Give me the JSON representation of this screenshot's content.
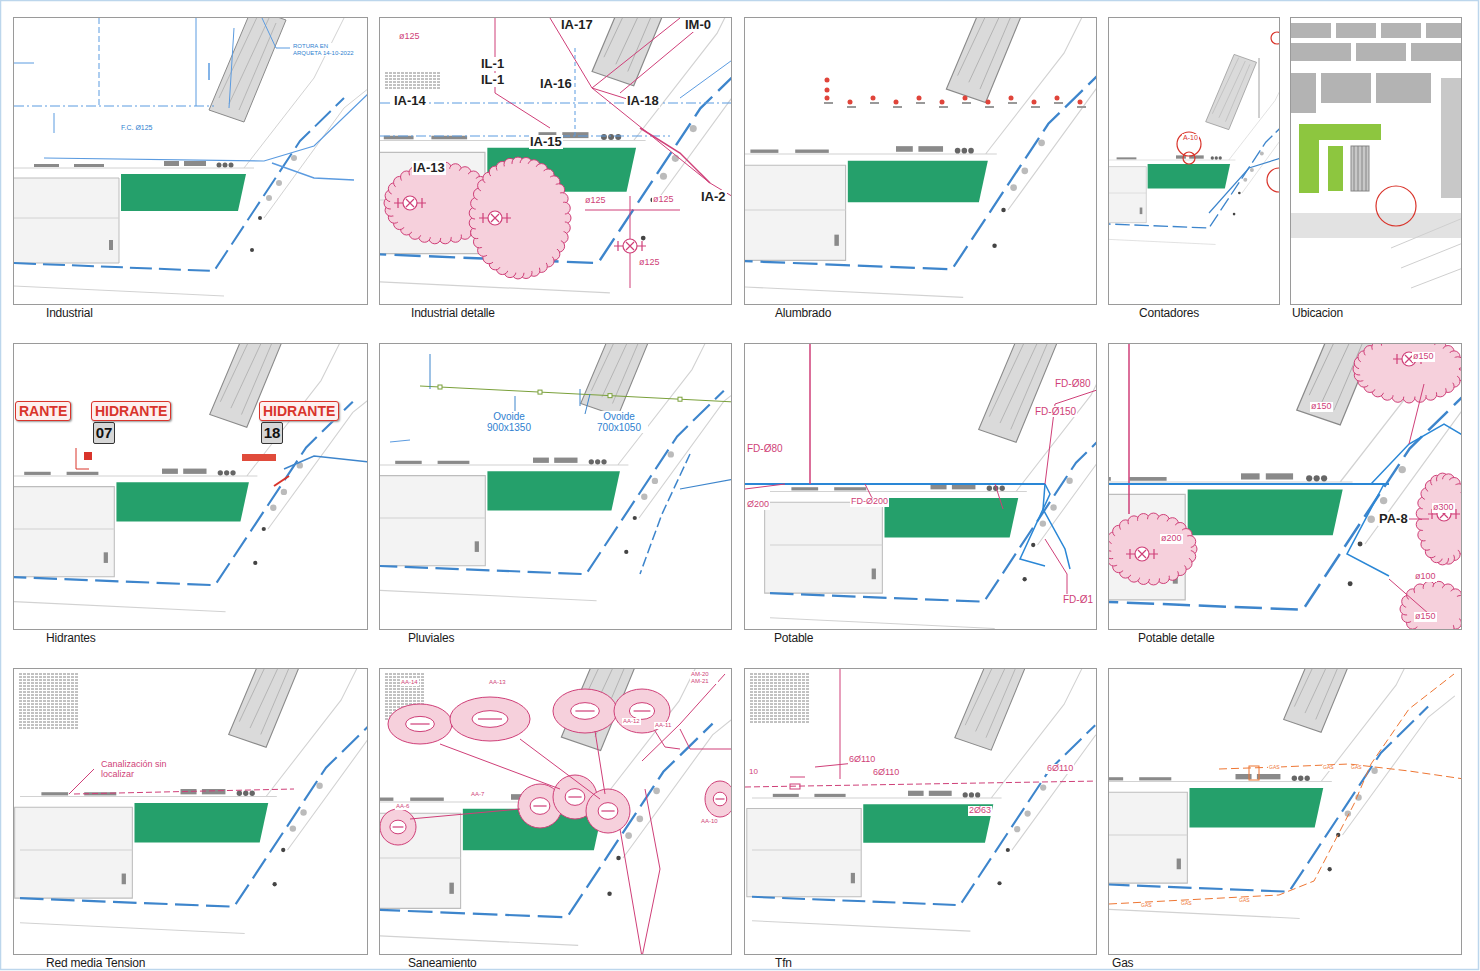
{
  "diagram": {
    "nodes": [
      {
        "text": [
          "Industrial"
        ]
      },
      {
        "text": [
          "Industrial detalle"
        ]
      },
      {
        "text": [
          "Alumbrado"
        ]
      },
      {
        "text": [
          "Contadores"
        ]
      },
      {
        "text": [
          "Ubicacion"
        ]
      },
      {
        "text": [
          "Hidrantes"
        ]
      },
      {
        "text": [
          "Pluviales"
        ]
      },
      {
        "text": [
          "Potable"
        ]
      },
      {
        "text": [
          "Potable detalle"
        ]
      },
      {
        "text": [
          "Red media Tension"
        ]
      },
      {
        "text": [
          "Saneamiento"
        ]
      },
      {
        "text": [
          "Tfn"
        ]
      },
      {
        "text": [
          "Gas"
        ]
      },
      {
        "text": [
          "RANTE"
        ],
        "in": 5
      },
      {
        "text": [
          "HIDRANTE",
          "07"
        ],
        "in": 5
      },
      {
        "text": [
          "HIDRANTE",
          "18"
        ],
        "in": 5
      }
    ],
    "labels": [
      "ROTURA EN ARQUETA 14-10-2022",
      "F.C. Ø125",
      "IA-17",
      "IM-0",
      "IL-1",
      "IL-1",
      "IA-16",
      "IA-14",
      "IA-18",
      "IA-15",
      "IA-13",
      "IA-2",
      "ø125",
      "ø125",
      "ø125",
      "ø125",
      "A-10",
      "Ovoide 900x1350",
      "Ovoide 700x1050",
      "FD-Ø80",
      "FD-Ø150",
      "FD-Ø80",
      "Ø200",
      "FD-Ø200",
      "FD-Ø1",
      "ø150",
      "ø150",
      "PA-8",
      "ø200",
      "ø300",
      "ø100",
      "ø150",
      "Canalización sin localizar",
      "AA-14",
      "AA-13",
      "AA-12",
      "AA-11",
      "AM-20 AM-21",
      "AA-7",
      "AA-6",
      "AA-10",
      "10",
      "6Ø110",
      "6Ø110",
      "6Ø110",
      "2Ø63",
      "GAS",
      "GAS",
      "GAS",
      "GAS",
      "GAS",
      "GAS"
    ]
  }
}
